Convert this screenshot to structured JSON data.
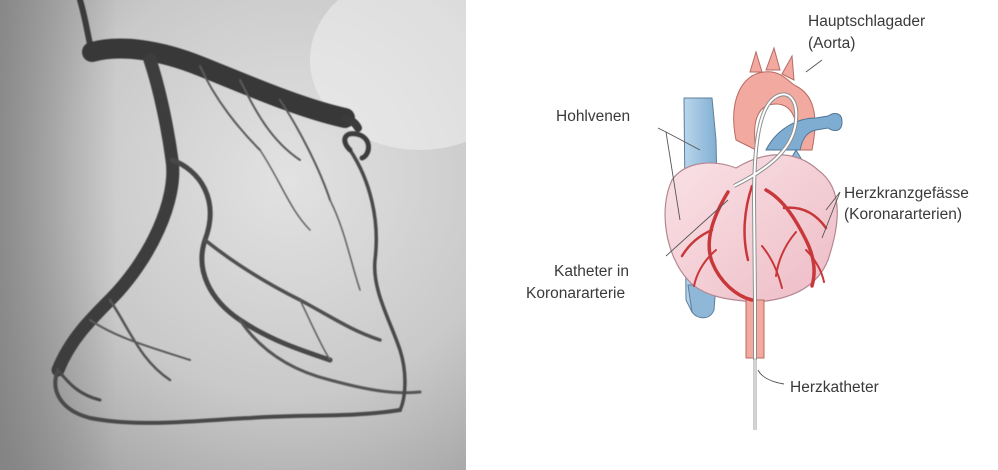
{
  "diagram": {
    "labels": {
      "aorta_line1": "Hauptschlagader",
      "aorta_line2": "(Aorta)",
      "vena_cava": "Hohlvenen",
      "coronary_line1": "Herzkranzgefässe",
      "coronary_line2": "(Koronararterien)",
      "catheter_line1": "Katheter in",
      "catheter_line2": "Koronararterie",
      "heart_catheter": "Herzkatheter"
    }
  },
  "colors": {
    "artery_red": "#c8383a",
    "aorta_pink": "#f2a9a0",
    "vein_blue": "#9fc4e0",
    "heart_pink": "#f6d6dc",
    "xray_background": "#cfcfcf",
    "xray_vessel": "#3e3e3e"
  }
}
